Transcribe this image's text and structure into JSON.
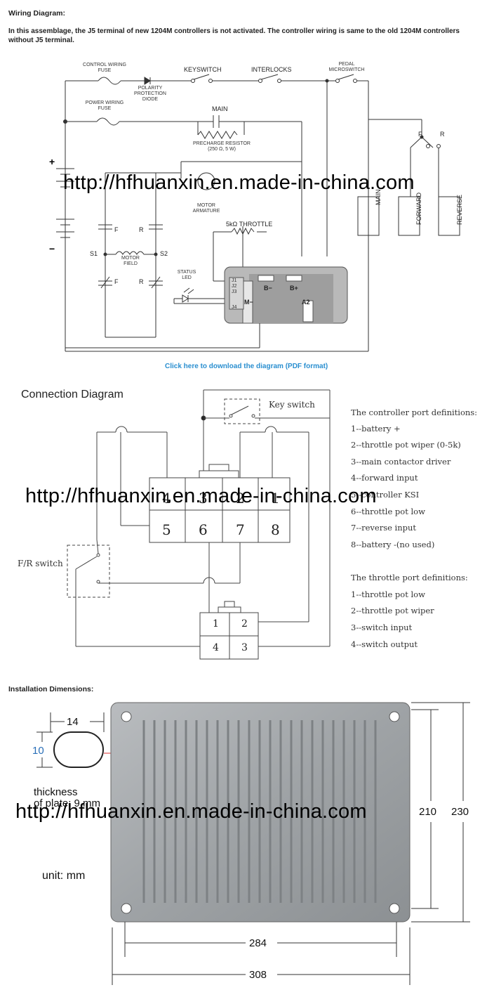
{
  "wiring": {
    "heading": "Wiring Diagram:",
    "intro": "In this assemblage, the J5 terminal of new 1204M controllers is not activated. The controller wiring is same to the old 1204M controllers without J5 terminal.",
    "labels": {
      "control_fuse": "CONTROL WIRING\nFUSE",
      "polarity_diode": "POLARITY\nPROTECTION\nDIODE",
      "keyswitch": "KEYSWITCH",
      "interlocks": "INTERLOCKS",
      "pedal_microswitch": "PEDAL\nMICROSWITCH",
      "power_fuse": "POWER WIRING\nFUSE",
      "main": "MAIN",
      "precharge": "PRECHARGE RESISTOR\n(250 Ω, 5 W)",
      "motor_armature": "MOTOR\nARMATURE",
      "throttle": "5kΩ THROTTLE",
      "motor_field": "MOTOR\nFIELD",
      "status_led": "STATUS\nLED",
      "s1": "S1",
      "s2": "S2",
      "f": "F",
      "r": "R",
      "plus": "+",
      "minus": "−",
      "b_minus": "B−",
      "b_plus": "B+",
      "m_minus": "M−",
      "a2": "A2",
      "j1": "J1",
      "j2": "J2",
      "j3": "J3",
      "j4": "J4",
      "coil_main": "MAIN",
      "coil_forward": "FORWARD",
      "coil_reverse": "REVERSE"
    },
    "download_link": "Click here to download the diagram (PDF format)"
  },
  "watermark": "http://hfhuanxin.en.made-in-china.com",
  "connection": {
    "title": "Connection Diagram",
    "key_switch": "Key switch",
    "fr_switch": "F/R switch",
    "main_pins": [
      "4",
      "3",
      "2",
      "1",
      "5",
      "6",
      "7",
      "8"
    ],
    "throttle_pins": [
      "1",
      "2",
      "4",
      "3"
    ],
    "controller_defs_title": "The controller port definitions:",
    "controller_defs": [
      "1--battery +",
      "2--throttle pot wiper (0-5k)",
      "3--main contactor driver",
      "4--forward input",
      "5--controller KSI",
      "6--throttle pot low",
      "7--reverse input",
      "8--battery -(no used)"
    ],
    "throttle_defs_title": "The throttle port definitions:",
    "throttle_defs": [
      "1--throttle pot low",
      "2--throttle pot wiper",
      "3--switch input",
      "4--switch output"
    ]
  },
  "install": {
    "heading": "Installation Dimensions:",
    "slot_width": "14",
    "slot_height": "10",
    "thickness": "thickness\nof plate: 9 mm",
    "unit": "unit: mm",
    "dim_210": "210",
    "dim_230": "230",
    "dim_284": "284",
    "dim_308": "308"
  }
}
